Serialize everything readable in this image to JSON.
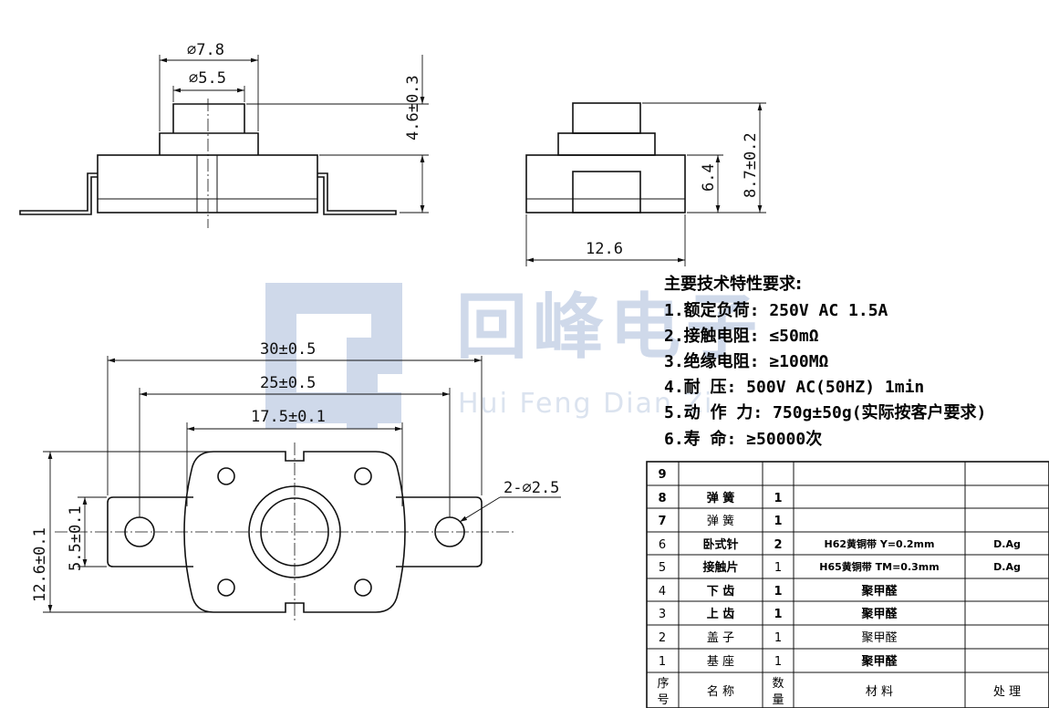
{
  "watermark": {
    "logo": "HF",
    "brand_cn": "回峰电子",
    "brand_pinyin": "Hui Feng Dian Zi"
  },
  "dimensions": {
    "top_outer_dia": "⌀7.8",
    "top_inner_dia": "⌀5.5",
    "top_height": "4.6±0.3",
    "side_inner_height": "6.4",
    "side_total_height": "8.7±0.2",
    "side_width": "12.6",
    "plan_width_30": "30±0.5",
    "plan_width_25": "25±0.5",
    "plan_width_175": "17.5±0.1",
    "plan_height_126": "12.6±0.1",
    "plan_height_55": "5.5±0.1",
    "hole_callout": "2-⌀2.5"
  },
  "requirements": {
    "title": "主要技术特性要求:",
    "items": [
      "1.额定负荷: 250V AC 1.5A",
      "2.接触电阻: ≤50mΩ",
      "3.绝缘电阻: ≥100MΩ",
      "4.耐    压: 500V AC(50HZ) 1min",
      "5.动 作 力: 750g±50g(实际按客户要求)",
      "6.寿    命: ≥50000次"
    ]
  },
  "bom": {
    "headers": {
      "no": [
        "序",
        "号"
      ],
      "name": "名  称",
      "qty": [
        "数",
        "量"
      ],
      "material": "材    料",
      "treatment": "处    理"
    },
    "rows": [
      {
        "no": "9",
        "name": "",
        "qty": "",
        "material": "",
        "treatment": ""
      },
      {
        "no": "8",
        "name": "弹 簧",
        "qty": "1",
        "material": "",
        "treatment": ""
      },
      {
        "no": "7",
        "name": "弹 簧",
        "qty": "1",
        "material": "",
        "treatment": ""
      },
      {
        "no": "6",
        "name": "卧式针",
        "qty": "2",
        "material": "H62黄铜带 Y=0.2mm",
        "treatment": "D.Ag"
      },
      {
        "no": "5",
        "name": "接触片",
        "qty": "1",
        "material": "H65黄铜带 TM=0.3mm",
        "treatment": "D.Ag"
      },
      {
        "no": "4",
        "name": "下 齿",
        "qty": "1",
        "material": "聚甲醛",
        "treatment": ""
      },
      {
        "no": "3",
        "name": "上 齿",
        "qty": "1",
        "material": "聚甲醛",
        "treatment": ""
      },
      {
        "no": "2",
        "name": "盖 子",
        "qty": "1",
        "material": "聚甲醛",
        "treatment": ""
      },
      {
        "no": "1",
        "name": "基 座",
        "qty": "1",
        "material": "聚甲醛",
        "treatment": ""
      }
    ]
  }
}
